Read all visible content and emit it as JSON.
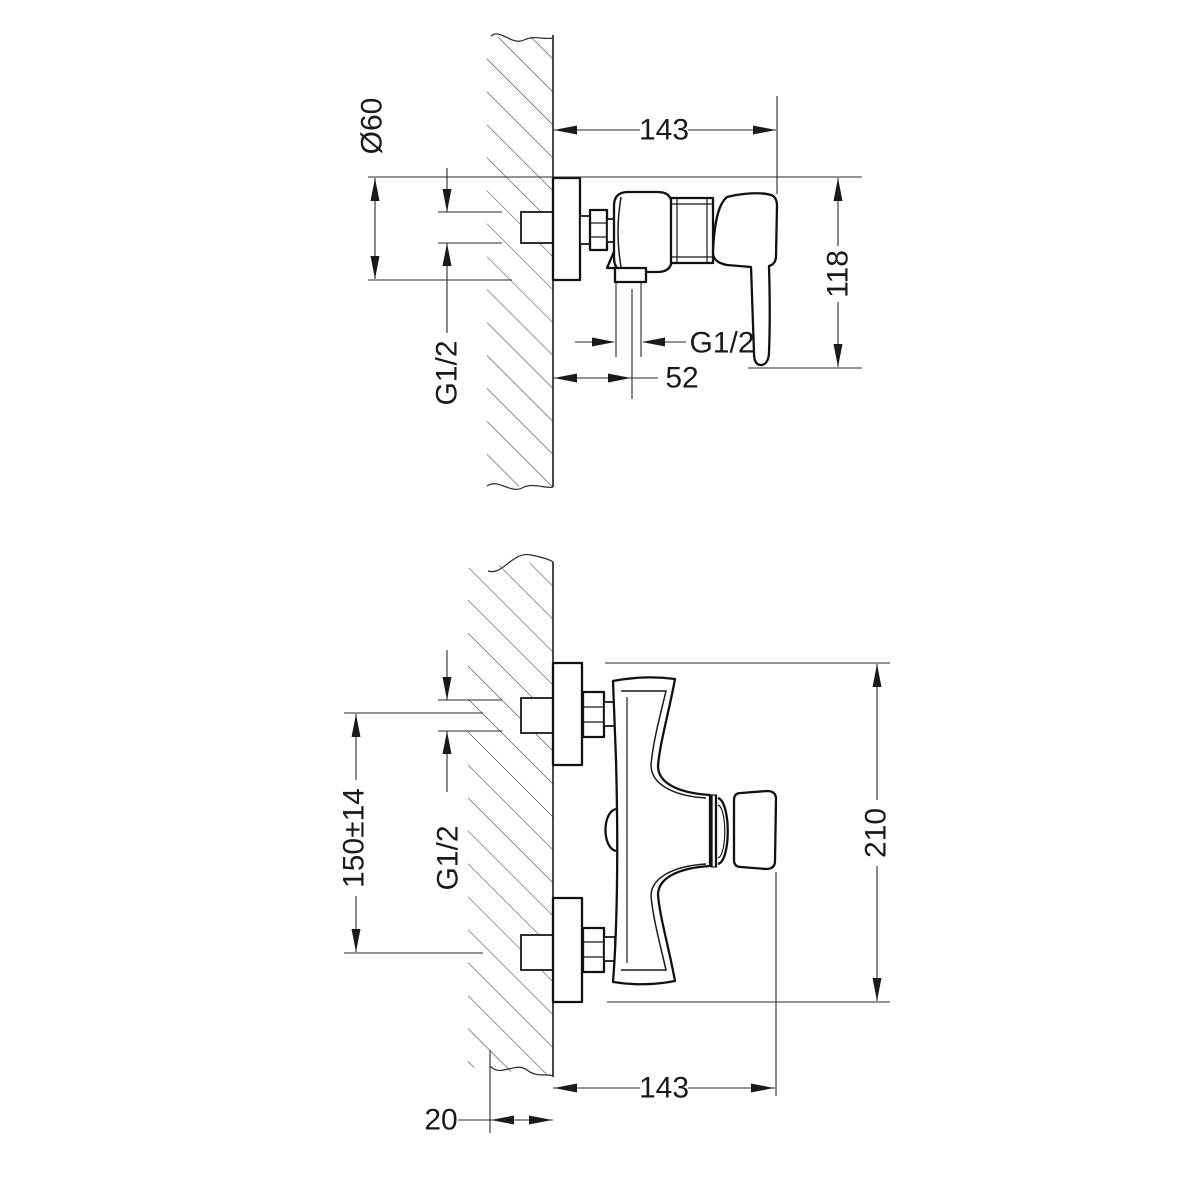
{
  "document": {
    "background": "#ffffff",
    "line_color": "#1a1a1a"
  },
  "side_view": {
    "dim_projection": "143",
    "dim_escutcheon_diameter": "Ø60",
    "dim_wall_thread": "G1/2",
    "dim_outlet_thread": "G1/2",
    "dim_outlet_offset": "52",
    "dim_height": "118"
  },
  "front_view": {
    "dim_inlet_spacing": "150±14",
    "dim_inlet_thread": "G1/2",
    "dim_overall_height": "210",
    "dim_projection": "143",
    "dim_wall_thickness": "20"
  }
}
